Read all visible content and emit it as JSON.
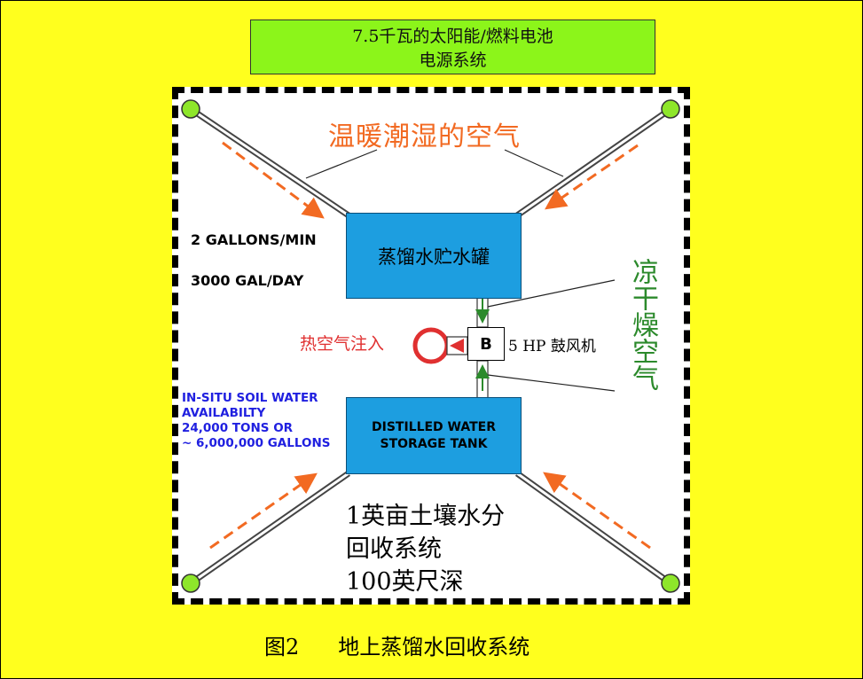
{
  "title": {
    "line1": "7.5千瓦的太阳能/燃料电池",
    "line2": "电源系统"
  },
  "labels": {
    "warm_humid_air": "温暖潮湿的空气",
    "rate_per_min": "2 GALLONS/MIN",
    "rate_per_day": "3000 GAL/DAY",
    "soil_line1": "IN-SITU SOIL WATER",
    "soil_line2": "AVAILABILTY",
    "soil_line3": "24,000 TONS OR",
    "soil_line4": "~ 6,000,000 GALLONS",
    "hot_air_injection": "热空气注入",
    "blower_letter": "B",
    "blower": "5 HP 鼓风机",
    "cool_dry_air": "凉干燥空气",
    "recovery_line1": "1英亩土壤水分",
    "recovery_line2": "回收系统",
    "recovery_line3": "100英尺深"
  },
  "tanks": {
    "top": "蒸馏水贮水罐",
    "bottom_line1": "DISTILLED WATER",
    "bottom_line2": "STORAGE TANK"
  },
  "caption": {
    "number": "图2",
    "text": "地上蒸馏水回收系统"
  },
  "colors": {
    "background": "#ffff1e",
    "title_box": "#8cf51a",
    "tank": "#1d9ee0",
    "warm_air": "#f26a22",
    "cool_air": "#2c8a2c",
    "hot_air": "#e03030",
    "soil_text": "#2020e0",
    "well_head": "#8ee62a"
  }
}
